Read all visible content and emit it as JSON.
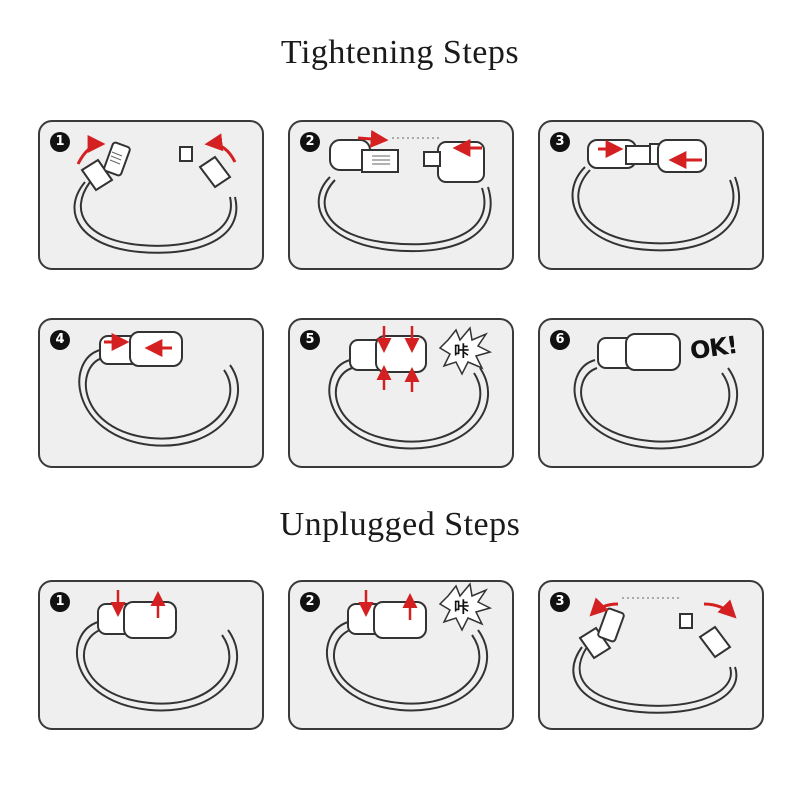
{
  "sections": {
    "tightening_title": "Tightening Steps",
    "unplugged_title": "Unplugged Steps"
  },
  "tightening_steps": [
    {
      "number": "1"
    },
    {
      "number": "2"
    },
    {
      "number": "3"
    },
    {
      "number": "4"
    },
    {
      "number": "5",
      "sound_label": "咔"
    },
    {
      "number": "6",
      "ok_label": "OK!"
    }
  ],
  "unplugged_steps": [
    {
      "number": "1"
    },
    {
      "number": "2",
      "sound_label": "咔"
    },
    {
      "number": "3"
    }
  ],
  "colors": {
    "panel_bg": "#efefef",
    "panel_border": "#3a3a3a",
    "arrow": "#d42020",
    "badge": "#111111"
  }
}
